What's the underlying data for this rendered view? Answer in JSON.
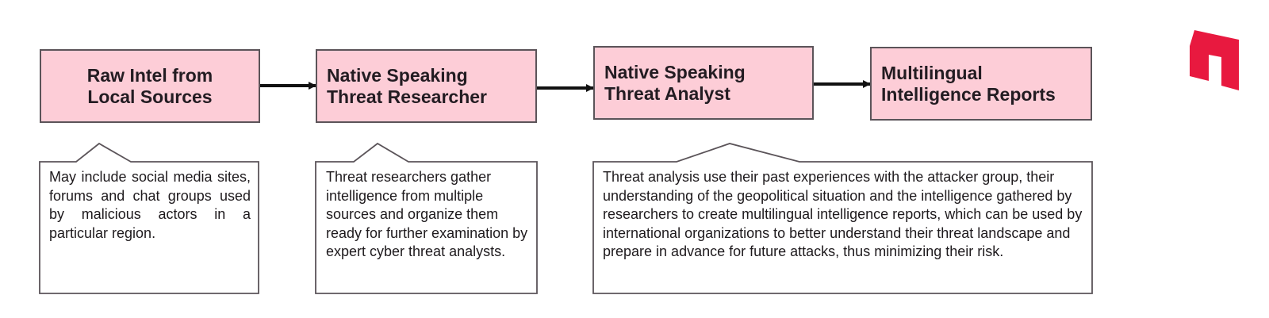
{
  "steps": [
    {
      "label": "Raw Intel from Local Sources"
    },
    {
      "label": "Native Speaking Threat Researcher"
    },
    {
      "label": "Native Speaking Threat Analyst"
    },
    {
      "label": "Multilingual Intelligence Reports"
    }
  ],
  "callouts": [
    {
      "text": "May include social media sites, forums and chat groups used by malicious actors in a particular region."
    },
    {
      "text": "Threat researchers gather intelligence from multiple sources and organize them ready for further examination by expert cyber threat analysts."
    },
    {
      "text": "Threat analysis use their past experiences with the attacker group, their understanding of the geopolitical situation and the intelligence gathered by researchers to create multilingual intelligence reports, which can be used by international organizations to better understand their threat landscape and prepare in advance for future attacks, thus minimizing their risk."
    }
  ],
  "colors": {
    "box_fill": "#fdcdd7",
    "border": "#5b5459",
    "arrow": "#111111",
    "logo": "#e8193f"
  },
  "logo": {
    "icon": "brand-logo-icon"
  }
}
